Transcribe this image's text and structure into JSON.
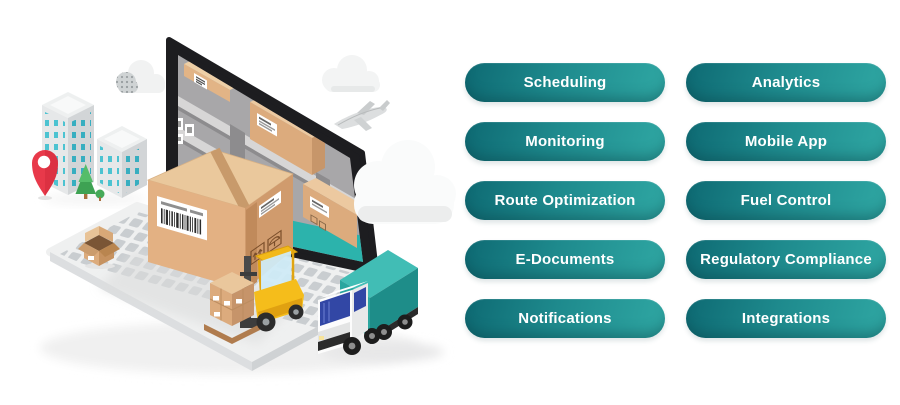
{
  "features": {
    "left": [
      "Scheduling",
      "Monitoring",
      "Route Optimization",
      "E-Documents",
      "Notifications"
    ],
    "right": [
      "Analytics",
      "Mobile App",
      "Fuel Control",
      "Regulatory Compliance",
      "Integrations"
    ]
  },
  "colors": {
    "background": "#FFFFFF",
    "button_gradient_start": "#0E6A73",
    "button_gradient_mid": "#1E8A8D",
    "button_gradient_end": "#2FA7A3",
    "button_text": "#FFFFFF",
    "truck_teal": "#2AA69F",
    "screen_floor_teal": "#2CB3AC",
    "cardboard_tan": "#DFAB7E",
    "forklift_yellow": "#F5BD1B",
    "pin_red": "#E8394A",
    "building_window_teal": "#4CC3D1"
  },
  "illustration": {
    "elements": [
      "city-buildings-icon",
      "location-pin-icon",
      "tree-icon",
      "halftone-cloud-icon",
      "cloud-icon",
      "airplane-icon",
      "laptop-icon",
      "warehouse-shelves-screen",
      "shipping-box-icon",
      "open-box-icon",
      "forklift-icon",
      "pallet-boxes-icon",
      "delivery-truck-icon"
    ]
  }
}
